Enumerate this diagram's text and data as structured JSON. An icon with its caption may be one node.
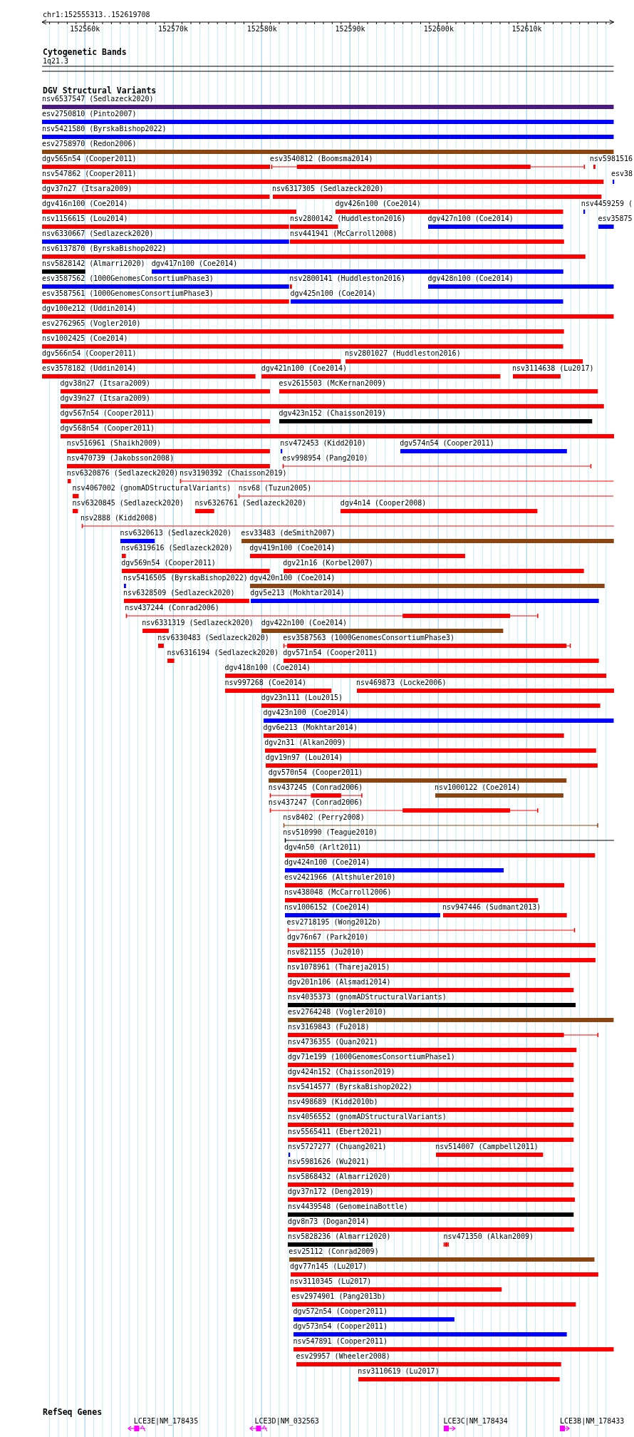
{
  "diagram": {
    "nodes": [
      {
        "text": [
          "nsv6537547 (Sedlazeck2020)"
        ]
      },
      {
        "text": [
          "esv2750810 (Pinto2007)"
        ]
      },
      {
        "text": [
          "nsv5421580 (ByrskaBishop2022)"
        ]
      },
      {
        "text": [
          "esv2758970 (Redon2006)"
        ]
      },
      {
        "text": [
          "dgv565n54 (Cooper2011)"
        ]
      },
      {
        "text": [
          "esv3540812 (Boomsma2014)"
        ]
      },
      {
        "text": [
          "nsv5981516"
        ]
      },
      {
        "text": [
          "nsv547862 (Cooper2011)"
        ]
      },
      {
        "text": [
          "esv38"
        ]
      },
      {
        "text": [
          "dgv37n27 (Itsara2009)"
        ]
      },
      {
        "text": [
          "nsv6317305 (Sedlazeck2020)"
        ]
      },
      {
        "text": [
          "dgv416n100 (Coe2014)"
        ]
      },
      {
        "text": [
          "dgv426n100 (Coe2014)"
        ]
      },
      {
        "text": [
          "nsv4459259 ("
        ]
      },
      {
        "text": [
          "nsv1156615 (Lou2014)"
        ]
      },
      {
        "text": [
          "nsv2800142 (Huddleston2016)"
        ]
      },
      {
        "text": [
          "dgv427n100 (Coe2014)"
        ]
      },
      {
        "text": [
          "esv35875"
        ]
      },
      {
        "text": [
          "nsv6330667 (Sedlazeck2020)"
        ]
      },
      {
        "text": [
          "nsv441941 (McCarroll2008)"
        ]
      },
      {
        "text": [
          "nsv6137870 (ByrskaBishop2022)"
        ]
      },
      {
        "text": [
          "nsv5828142 (Almarri2020)"
        ]
      },
      {
        "text": [
          "dgv417n100 (Coe2014)"
        ]
      },
      {
        "text": [
          "esv3587562 (1000GenomesConsortiumPhase3)"
        ]
      },
      {
        "text": [
          "nsv2800141 (Huddleston2016)"
        ]
      },
      {
        "text": [
          "dgv428n100 (Coe2014)"
        ]
      },
      {
        "text": [
          "esv3587561 (1000GenomesConsortiumPhase3)"
        ]
      },
      {
        "text": [
          "dgv425n100 (Coe2014)"
        ]
      },
      {
        "text": [
          "dgv100e212 (Uddin2014)"
        ]
      },
      {
        "text": [
          "esv2762965 (Vogler2010)"
        ]
      },
      {
        "text": [
          "nsv1002425 (Coe2014)"
        ]
      },
      {
        "text": [
          "dgv566n54 (Cooper2011)"
        ]
      },
      {
        "text": [
          "nsv2801027 (Huddleston2016)"
        ]
      },
      {
        "text": [
          "esv3578182 (Uddin2014)"
        ]
      },
      {
        "text": [
          "dgv421n100 (Coe2014)"
        ]
      },
      {
        "text": [
          "nsv3114638 (Lu2017)"
        ]
      },
      {
        "text": [
          "dgv38n27 (Itsara2009)"
        ]
      },
      {
        "text": [
          "esv2615503 (McKernan2009)"
        ]
      },
      {
        "text": [
          "dgv39n27 (Itsara2009)"
        ]
      },
      {
        "text": [
          "dgv567n54 (Cooper2011)"
        ]
      },
      {
        "text": [
          "dgv423n152 (Chaisson2019)"
        ]
      },
      {
        "text": [
          "dgv568n54 (Cooper2011)"
        ]
      },
      {
        "text": [
          "nsv516961 (Shaikh2009)"
        ]
      },
      {
        "text": [
          "nsv472453 (Kidd2010)"
        ]
      },
      {
        "text": [
          "dgv574n54 (Cooper2011)"
        ]
      },
      {
        "text": [
          "nsv470739 (Jakobsson2008)"
        ]
      },
      {
        "text": [
          "esv998954 (Pang2010)"
        ]
      },
      {
        "text": [
          "nsv6320876 (Sedlazeck2020)"
        ]
      },
      {
        "text": [
          "nsv3190392 (Chaisson2019)"
        ]
      },
      {
        "text": [
          "nsv4067002 (gnomADStructuralVariants)"
        ]
      },
      {
        "text": [
          "nsv68 (Tuzun2005)"
        ]
      },
      {
        "text": [
          "nsv6320845 (Sedlazeck2020)"
        ]
      },
      {
        "text": [
          "nsv6326761 (Sedlazeck2020)"
        ]
      },
      {
        "text": [
          "dgv4n14 (Cooper2008)"
        ]
      },
      {
        "text": [
          "nsv2888 (Kidd2008)"
        ]
      },
      {
        "text": [
          "nsv6320613 (Sedlazeck2020)"
        ]
      },
      {
        "text": [
          "esv33483 (deSmith2007)"
        ]
      },
      {
        "text": [
          "nsv6319616 (Sedlazeck2020)"
        ]
      },
      {
        "text": [
          "dgv419n100 (Coe2014)"
        ]
      },
      {
        "text": [
          "dgv569n54 (Cooper2011)"
        ]
      },
      {
        "text": [
          "dgv21n16 (Korbel2007)"
        ]
      },
      {
        "text": [
          "nsv5416505 (ByrskaBishop2022)"
        ]
      },
      {
        "text": [
          "dgv420n100 (Coe2014)"
        ]
      },
      {
        "text": [
          "nsv6328509 (Sedlazeck2020)"
        ]
      },
      {
        "text": [
          "dgv5e213 (Mokhtar2014)"
        ]
      },
      {
        "text": [
          "nsv437244 (Conrad2006)"
        ]
      },
      {
        "text": [
          "nsv6331319 (Sedlazeck2020)"
        ]
      },
      {
        "text": [
          "dgv422n100 (Coe2014)"
        ]
      },
      {
        "text": [
          "nsv6330483 (Sedlazeck2020)"
        ]
      },
      {
        "text": [
          "esv3587563 (1000GenomesConsortiumPhase3)"
        ]
      },
      {
        "text": [
          "nsv6316194 (Sedlazeck2020)"
        ]
      },
      {
        "text": [
          "dgv571n54 (Cooper2011)"
        ]
      },
      {
        "text": [
          "dgv418n100 (Coe2014)"
        ]
      },
      {
        "text": [
          "nsv997268 (Coe2014)"
        ]
      },
      {
        "text": [
          "nsv469873 (Locke2006)"
        ]
      },
      {
        "text": [
          "dgv23n111 (Lou2015)"
        ]
      },
      {
        "text": [
          "dgv423n100 (Coe2014)"
        ]
      },
      {
        "text": [
          "dgv6e213 (Mokhtar2014)"
        ]
      },
      {
        "text": [
          "dgv2n31 (Alkan2009)"
        ]
      },
      {
        "text": [
          "dgv19n97 (Lou2014)"
        ]
      },
      {
        "text": [
          "dgv570n54 (Cooper2011)"
        ]
      },
      {
        "text": [
          "nsv437245 (Conrad2006)"
        ]
      },
      {
        "text": [
          "nsv1000122 (Coe2014)"
        ]
      },
      {
        "text": [
          "nsv437247 (Conrad2006)"
        ]
      },
      {
        "text": [
          "nsv8402 (Perry2008)"
        ]
      },
      {
        "text": [
          "nsv510990 (Teague2010)"
        ]
      },
      {
        "text": [
          "dgv4n50 (Arlt2011)"
        ]
      },
      {
        "text": [
          "dgv424n100 (Coe2014)"
        ]
      },
      {
        "text": [
          "esv2421966 (Altshuler2010)"
        ]
      },
      {
        "text": [
          "nsv438048 (McCarroll2006)"
        ]
      },
      {
        "text": [
          "nsv1006152 (Coe2014)"
        ]
      },
      {
        "text": [
          "nsv947446 (Sudmant2013)"
        ]
      },
      {
        "text": [
          "esv2718195 (Wong2012b)"
        ]
      },
      {
        "text": [
          "dgv76n67 (Park2010)"
        ]
      },
      {
        "text": [
          "nsv821155 (Ju2010)"
        ]
      },
      {
        "text": [
          "nsv1078961 (Thareja2015)"
        ]
      },
      {
        "text": [
          "dgv201n106 (Alsmadi2014)"
        ]
      },
      {
        "text": [
          "nsv4035373 (gnomADStructuralVariants)"
        ]
      },
      {
        "text": [
          "esv2764248 (Vogler2010)"
        ]
      },
      {
        "text": [
          "nsv3169843 (Fu2018)"
        ]
      },
      {
        "text": [
          "nsv4736355 (Quan2021)"
        ]
      },
      {
        "text": [
          "dgv71e199 (1000GenomesConsortiumPhase1)"
        ]
      },
      {
        "text": [
          "dgv424n152 (Chaisson2019)"
        ]
      },
      {
        "text": [
          "nsv5414577 (ByrskaBishop2022)"
        ]
      },
      {
        "text": [
          "nsv498689 (Kidd2010b)"
        ]
      },
      {
        "text": [
          "nsv4056552 (gnomADStructuralVariants)"
        ]
      },
      {
        "text": [
          "nsv5565411 (Ebert2021)"
        ]
      },
      {
        "text": [
          "nsv5727277 (Chuang2021)"
        ]
      },
      {
        "text": [
          "nsv514007 (Campbell2011)"
        ]
      },
      {
        "text": [
          "nsv5981626 (Wu2021)"
        ]
      },
      {
        "text": [
          "nsv5868432 (Almarri2020)"
        ]
      },
      {
        "text": [
          "dgv37n172 (Deng2019)"
        ]
      },
      {
        "text": [
          "nsv4439548 (GenomeinaBottle)"
        ]
      },
      {
        "text": [
          "dgv8n73 (Dogan2014)"
        ]
      },
      {
        "text": [
          "nsv5828236 (Almarri2020)"
        ]
      },
      {
        "text": [
          "nsv471350 (Alkan2009)"
        ]
      },
      {
        "text": [
          "esv25112 (Conrad2009)"
        ]
      },
      {
        "text": [
          "dgv77n145 (Lu2017)"
        ]
      },
      {
        "text": [
          "nsv3110345 (Lu2017)"
        ]
      },
      {
        "text": [
          "esv2974901 (Pang2013b)"
        ]
      },
      {
        "text": [
          "dgv572n54 (Cooper2011)"
        ]
      },
      {
        "text": [
          "dgv573n54 (Cooper2011)"
        ]
      },
      {
        "text": [
          "nsv547891 (Cooper2011)"
        ]
      },
      {
        "text": [
          "esv29957 (Wheeler2008)"
        ]
      },
      {
        "text": [
          "nsv3110619 (Lu2017)"
        ]
      },
      {
        "text": [
          "LCE3E|NM_178435"
        ]
      },
      {
        "text": [
          "LCE3D|NM_032563"
        ]
      },
      {
        "text": [
          "LCE3C|NM_178434"
        ]
      },
      {
        "text": [
          "LCE3B|NM_178433"
        ]
      }
    ],
    "labels": [
      "chr1:152555313..152619708",
      "152560k",
      "152570k",
      "152580k",
      "152590k",
      "152600k",
      "152610k",
      "Cytogenetic Bands",
      "1q21.3",
      "DGV Structural Variants",
      "RefSeq Genes"
    ]
  }
}
